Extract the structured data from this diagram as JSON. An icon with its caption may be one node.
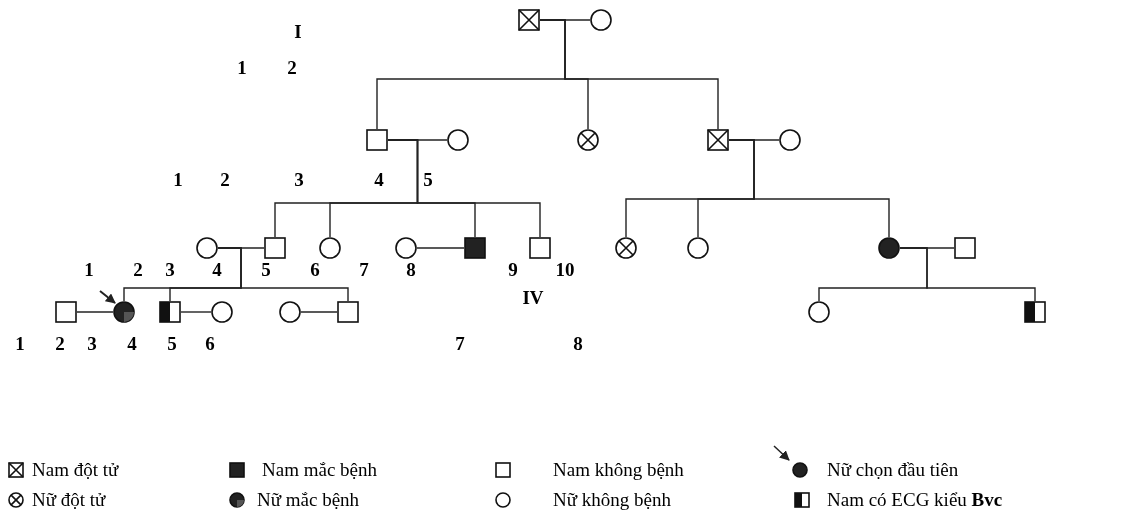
{
  "diagram": {
    "nodes": [
      {
        "text": [],
        "shape": "box"
      },
      {
        "text": [],
        "shape": "circle"
      },
      {
        "text": [],
        "shape": "box"
      },
      {
        "text": [],
        "shape": "circle"
      },
      {
        "text": [],
        "shape": "circle"
      },
      {
        "text": [],
        "shape": "box"
      },
      {
        "text": [],
        "shape": "circle"
      },
      {
        "text": [],
        "shape": "circle"
      },
      {
        "text": [],
        "shape": "box"
      },
      {
        "text": [],
        "shape": "circle"
      },
      {
        "text": [],
        "shape": "circle"
      },
      {
        "text": [],
        "shape": "box"
      },
      {
        "text": [],
        "shape": "box"
      },
      {
        "text": [],
        "shape": "circle"
      },
      {
        "text": [],
        "shape": "circle"
      },
      {
        "text": [],
        "shape": "circle"
      },
      {
        "text": [],
        "shape": "box"
      },
      {
        "text": [],
        "shape": "box"
      },
      {
        "text": [],
        "shape": "circle"
      },
      {
        "text": [],
        "shape": "box"
      },
      {
        "text": [],
        "shape": "circle"
      },
      {
        "text": [],
        "shape": "circle"
      },
      {
        "text": [],
        "shape": "box"
      },
      {
        "text": [],
        "shape": "circle"
      },
      {
        "text": [],
        "shape": "box"
      }
    ],
    "edges": [
      {
        "from": 0,
        "to": 1,
        "arrow": "none"
      },
      {
        "from": 0,
        "to": 2,
        "arrow": "none"
      },
      {
        "from": 0,
        "to": 4,
        "arrow": "none"
      },
      {
        "from": 0,
        "to": 5,
        "arrow": "none"
      },
      {
        "from": 2,
        "to": 3,
        "arrow": "none"
      },
      {
        "from": 5,
        "to": 6,
        "arrow": "none"
      },
      {
        "from": 2,
        "to": 8,
        "arrow": "none"
      },
      {
        "from": 2,
        "to": 9,
        "arrow": "none"
      },
      {
        "from": 2,
        "to": 11,
        "arrow": "none"
      },
      {
        "from": 2,
        "to": 12,
        "arrow": "none"
      },
      {
        "from": 5,
        "to": 13,
        "arrow": "none"
      },
      {
        "from": 5,
        "to": 14,
        "arrow": "none"
      },
      {
        "from": 5,
        "to": 15,
        "arrow": "none"
      },
      {
        "from": 7,
        "to": 8,
        "arrow": "none"
      },
      {
        "from": 10,
        "to": 11,
        "arrow": "none"
      },
      {
        "from": 15,
        "to": 16,
        "arrow": "none"
      },
      {
        "from": 7,
        "to": 18,
        "arrow": "none"
      },
      {
        "from": 7,
        "to": 19,
        "arrow": "none"
      },
      {
        "from": 7,
        "to": 22,
        "arrow": "none"
      },
      {
        "from": 17,
        "to": 18,
        "arrow": "none"
      },
      {
        "from": 19,
        "to": 20,
        "arrow": "none"
      },
      {
        "from": 21,
        "to": 22,
        "arrow": "none"
      },
      {
        "from": 15,
        "to": 23,
        "arrow": "none"
      },
      {
        "from": 15,
        "to": 24,
        "arrow": "none"
      },
      {
        "from": null,
        "to": 18,
        "arrow": "to"
      }
    ],
    "labels": [
      "I",
      "1",
      "2",
      "1",
      "2",
      "3",
      "4",
      "5",
      "1",
      "2",
      "3",
      "4",
      "5",
      "6",
      "7",
      "8",
      "9",
      "10",
      "IV",
      "1",
      "2",
      "3",
      "4",
      "5",
      "6",
      "7",
      "8"
    ],
    "legend": [
      {
        "text": "Nam đột tử"
      },
      {
        "text": "Nam mắc bệnh"
      },
      {
        "text": "Nam không bệnh"
      },
      {
        "text": "Nữ chọn đầu tiên"
      },
      {
        "text": "Nữ đột tử"
      },
      {
        "text": "Nữ mắc bệnh"
      },
      {
        "text": "Nữ không bệnh"
      },
      {
        "text": "Nam có ECG kiểu **Bvc**"
      }
    ]
  }
}
